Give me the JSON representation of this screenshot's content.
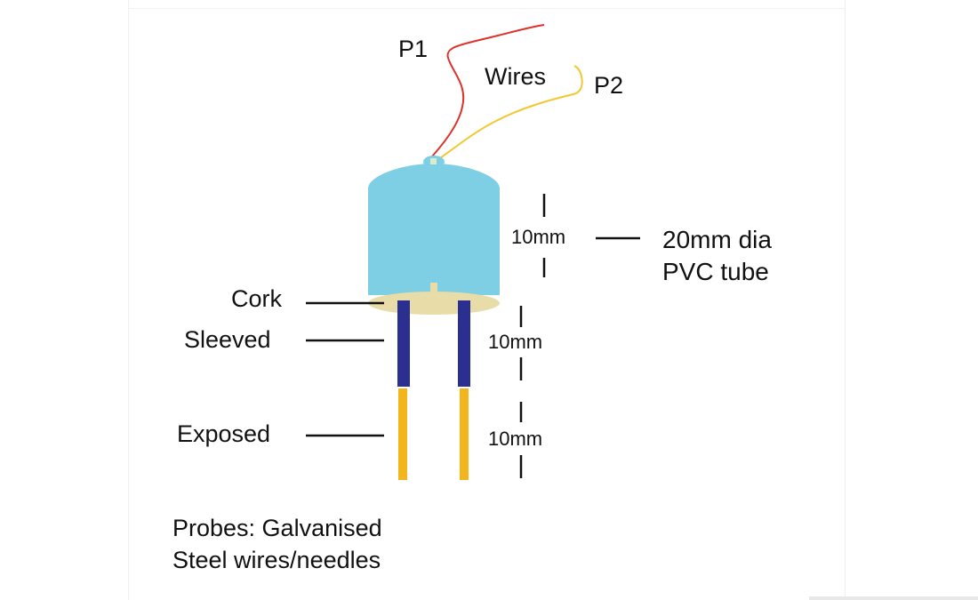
{
  "labels": {
    "p1": "P1",
    "p2": "P2",
    "wires": "Wires",
    "tube_line1": "20mm dia",
    "tube_line2": "PVC tube",
    "cork": "Cork",
    "sleeved": "Sleeved",
    "exposed": "Exposed",
    "dim_tube": "10mm",
    "dim_sleeved": "10mm",
    "dim_exposed": "10mm",
    "note_line1": "Probes: Galvanised",
    "note_line2": "Steel wires/needles"
  },
  "colors": {
    "tube": "#7ecfe3",
    "cork": "#e8dca8",
    "sleeve": "#2b2f8f",
    "exposed_wire": "#f2b51c",
    "wire_p1": "#e0302a",
    "wire_p2": "#f0c830",
    "lines": "#111111"
  }
}
